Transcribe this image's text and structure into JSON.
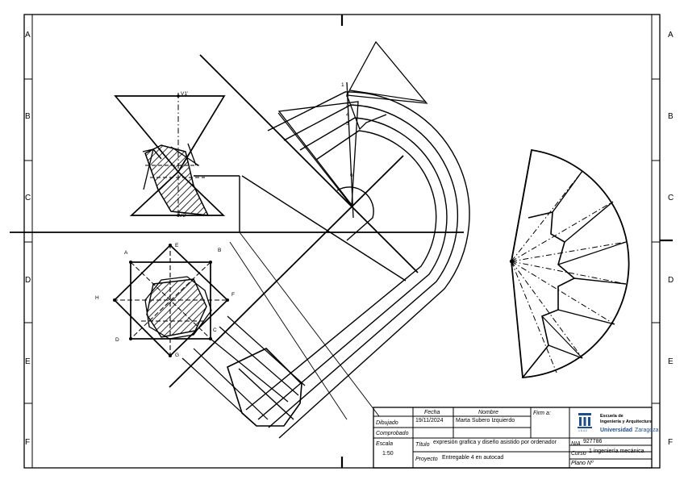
{
  "border": {
    "zones_left": [
      "A",
      "B",
      "C",
      "D",
      "E",
      "F"
    ],
    "zones_right": [
      "A",
      "B",
      "C",
      "D",
      "E",
      "F"
    ]
  },
  "labels": {
    "octagon": [
      "A",
      "B",
      "C",
      "D",
      "E",
      "F",
      "G",
      "H"
    ],
    "division_marks": [
      "1",
      "2",
      "3",
      "4",
      "5",
      "6"
    ],
    "v1": "V1'",
    "v2": "V2'"
  },
  "title_block": {
    "head_fecha": "Fecha",
    "head_nombre": "Nombre",
    "firma_label": "Firm a:",
    "dibujado_label": "Dibujado",
    "dibujado_fecha": "19/11/2024",
    "dibujado_nombre": "Marta Subero Izquierdo",
    "comprobado_label": "Comprobado",
    "escala_label": "Escala",
    "escala_value": "1:50",
    "titulo_label": "Título",
    "titulo_value": "expresión grafica y diseño asistido por ordenador",
    "proyecto_label": "Proyecto",
    "proyecto_value": "Entregable 4 en autocad",
    "nia_label": "NIA",
    "nia_value": "927786",
    "curso_label": "Curso",
    "curso_value": "1 ingeniería mecánica",
    "plano_label": "Plano Nº",
    "logo_line1": "Escuela de",
    "logo_line2": "Ingeniería y Arquitectura",
    "logo_univ": "Universidad",
    "logo_city": "Zaragoza",
    "logo_year": "1 5 4 2"
  },
  "colors": {
    "ink": "#000000",
    "paper": "#ffffff",
    "logo_blue": "#1f4e8c"
  }
}
